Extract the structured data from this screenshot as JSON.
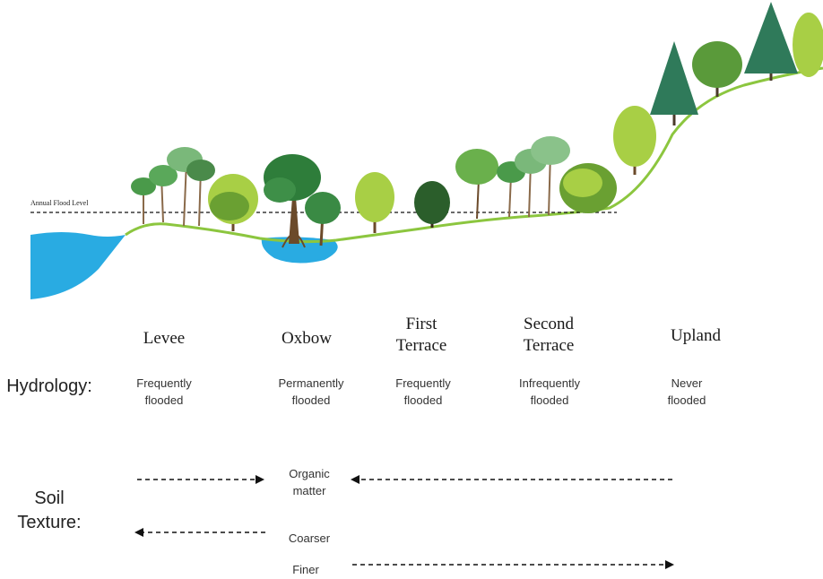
{
  "diagram": {
    "flood_line_label": "Annual Flood Level",
    "zones": [
      {
        "name": "Levee",
        "hydrology": "Frequently\nflooded"
      },
      {
        "name": "Oxbow",
        "hydrology": "Permanently\nflooded"
      },
      {
        "name": "First\nTerrace",
        "hydrology": "Frequently\nflooded"
      },
      {
        "name": "Second\nTerrace",
        "hydrology": "Infrequently\nflooded"
      },
      {
        "name": "Upland",
        "hydrology": "Never\nflooded"
      }
    ],
    "row_labels": {
      "hydrology": "Hydrology:",
      "soil_texture": "Soil\nTexture:"
    },
    "soil": {
      "organic": "Organic\nmatter",
      "coarser": "Coarser",
      "finer": "Finer"
    },
    "colors": {
      "water": "#29abe2",
      "ground": "#8cc63f",
      "tree_dark": "#2e6b2e",
      "tree_light": "#a8cf45",
      "conifer": "#2f7a5a"
    }
  }
}
